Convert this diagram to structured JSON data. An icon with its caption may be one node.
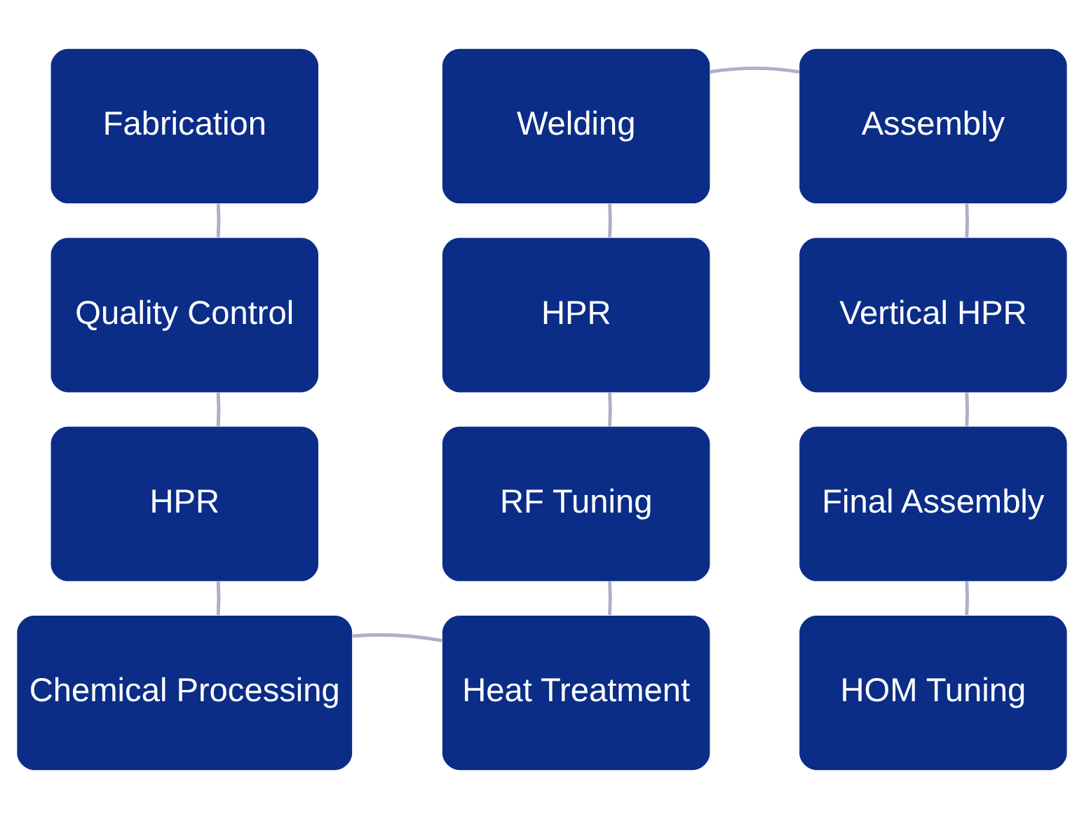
{
  "diagram": {
    "nodes": [
      {
        "text": [
          "Fabrication"
        ]
      },
      {
        "text": [
          "Quality Control"
        ]
      },
      {
        "text": [
          "HPR"
        ]
      },
      {
        "text": [
          "Chemical Processing"
        ]
      },
      {
        "text": [
          "Heat Treatment"
        ]
      },
      {
        "text": [
          "RF Tuning"
        ]
      },
      {
        "text": [
          "HPR"
        ]
      },
      {
        "text": [
          "Welding"
        ]
      },
      {
        "text": [
          "Assembly"
        ]
      },
      {
        "text": [
          "Vertical HPR"
        ]
      },
      {
        "text": [
          "Final Assembly"
        ]
      },
      {
        "text": [
          "HOM Tuning"
        ]
      }
    ],
    "edges": [
      {
        "from": 0,
        "to": 1,
        "arrow": "none"
      },
      {
        "from": 1,
        "to": 2,
        "arrow": "none"
      },
      {
        "from": 2,
        "to": 3,
        "arrow": "none"
      },
      {
        "from": 3,
        "to": 4,
        "arrow": "none"
      },
      {
        "from": 4,
        "to": 5,
        "arrow": "none"
      },
      {
        "from": 5,
        "to": 6,
        "arrow": "none"
      },
      {
        "from": 6,
        "to": 7,
        "arrow": "none"
      },
      {
        "from": 7,
        "to": 8,
        "arrow": "none"
      },
      {
        "from": 8,
        "to": 9,
        "arrow": "none"
      },
      {
        "from": 9,
        "to": 10,
        "arrow": "none"
      },
      {
        "from": 10,
        "to": 11,
        "arrow": "none"
      }
    ]
  }
}
